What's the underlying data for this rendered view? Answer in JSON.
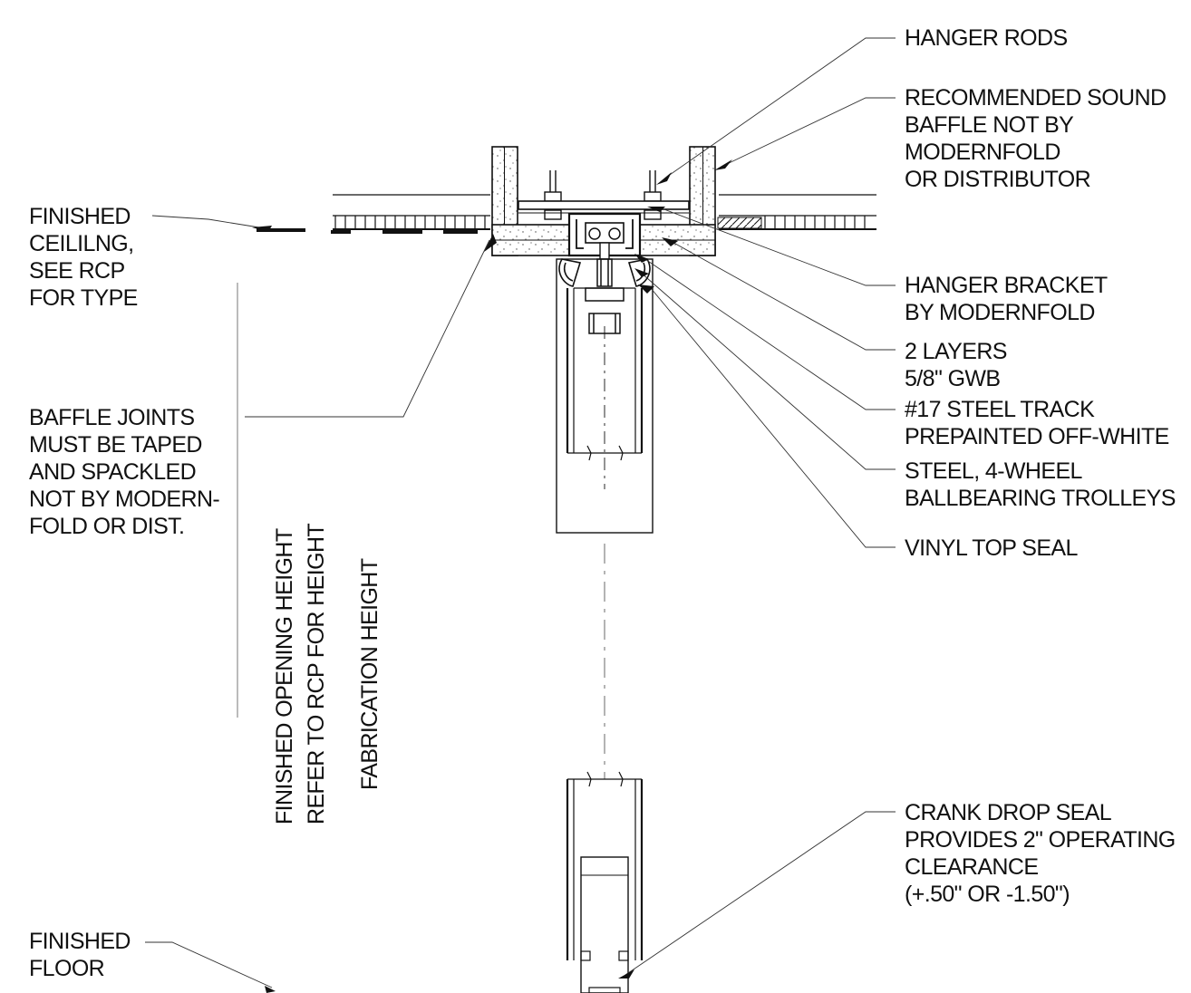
{
  "labels": {
    "hanger_rods": "HANGER RODS",
    "sound_baffle": [
      "RECOMMENDED SOUND",
      "BAFFLE NOT BY",
      "MODERNFOLD",
      "OR DISTRIBUTOR"
    ],
    "finished_ceiling": [
      "FINISHED",
      "CEILILNG,",
      "SEE RCP",
      "FOR TYPE"
    ],
    "hanger_bracket": [
      "HANGER BRACKET",
      "BY MODERNFOLD"
    ],
    "gwb_layers": [
      "2 LAYERS",
      "5/8\" GWB"
    ],
    "steel_track": [
      "#17 STEEL TRACK",
      "PREPAINTED OFF-WHITE"
    ],
    "trolleys": [
      "STEEL, 4-WHEEL",
      "BALLBEARING TROLLEYS"
    ],
    "top_seal": "VINYL TOP SEAL",
    "baffle_joints": [
      "BAFFLE JOINTS",
      "MUST BE TAPED",
      "AND SPACKLED",
      "NOT BY MODERN-",
      "FOLD OR DIST."
    ],
    "crank_seal": [
      "CRANK DROP SEAL",
      "PROVIDES 2\" OPERATING",
      "CLEARANCE",
      "(+.50\" OR -1.50\")"
    ],
    "finished_floor": [
      "FINISHED",
      "FLOOR"
    ]
  },
  "vertical_labels": {
    "opening_height": "FINISHED OPENING HEIGHT",
    "refer_rcp": "REFER TO RCP FOR HEIGHT",
    "fabrication": "FABRICATION HEIGHT"
  },
  "colors": {
    "ink": "#111111",
    "paper": "#ffffff"
  }
}
